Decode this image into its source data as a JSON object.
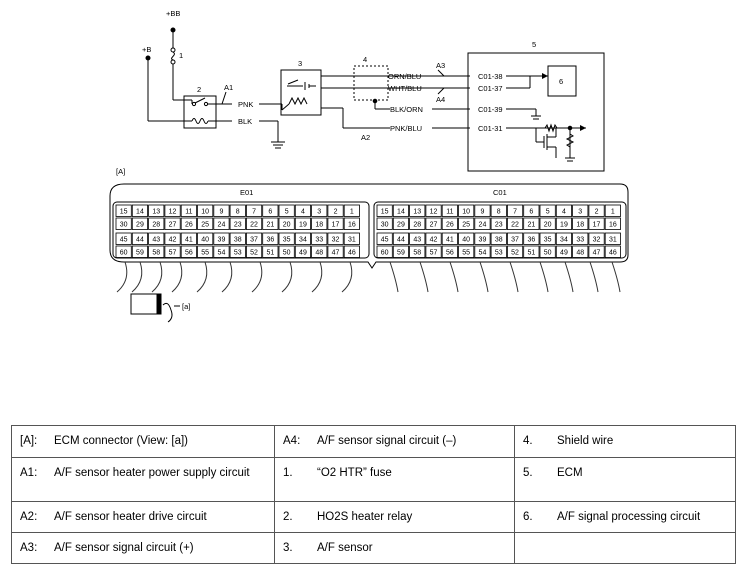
{
  "diagram": {
    "power_bb": "+BB",
    "power_b": "+B",
    "label_fuse": "1",
    "label_relay": "2",
    "label_sensor": "3",
    "label_shield": "4",
    "label_ecm": "5",
    "label_proc": "6",
    "label_a1": "A1",
    "label_a2": "A2",
    "label_a3": "A3",
    "label_a4": "A4",
    "wire_pnk": "PNK",
    "wire_blk": "BLK",
    "wire_orn_blu": "ORN/BLU",
    "wire_wht_blu": "WHT/BLU",
    "wire_blk_orn": "BLK/ORN",
    "wire_pnk_blu": "PNK/BLU",
    "term_38": "C01-38",
    "term_37": "C01-37",
    "term_39": "C01-39",
    "term_31": "C01-31",
    "view_label": "[A]",
    "connector_e01": "E01",
    "connector_c01": "C01",
    "view_arrow_label": "[a]",
    "pin_rows": [
      [
        "15",
        "14",
        "13",
        "12",
        "11",
        "10",
        "9",
        "8",
        "7",
        "6",
        "5",
        "4",
        "3",
        "2",
        "1"
      ],
      [
        "30",
        "29",
        "28",
        "27",
        "26",
        "25",
        "24",
        "23",
        "22",
        "21",
        "20",
        "19",
        "18",
        "17",
        "16"
      ],
      [
        "45",
        "44",
        "43",
        "42",
        "41",
        "40",
        "39",
        "38",
        "37",
        "36",
        "35",
        "34",
        "33",
        "32",
        "31"
      ],
      [
        "60",
        "59",
        "58",
        "57",
        "56",
        "55",
        "54",
        "53",
        "52",
        "51",
        "50",
        "49",
        "48",
        "47",
        "46"
      ]
    ]
  },
  "legend": [
    [
      {
        "key": "[A]:",
        "text": "ECM connector (View: [a])"
      },
      {
        "key": "A4:",
        "text": "A/F sensor signal circuit (–)"
      },
      {
        "key": "4.",
        "text": "Shield wire"
      }
    ],
    [
      {
        "key": "A1:",
        "text": "A/F sensor heater power supply circuit"
      },
      {
        "key": "1.",
        "text": "“O2 HTR” fuse"
      },
      {
        "key": "5.",
        "text": "ECM"
      }
    ],
    [
      {
        "key": "A2:",
        "text": "A/F sensor heater drive circuit"
      },
      {
        "key": "2.",
        "text": "HO2S heater relay"
      },
      {
        "key": "6.",
        "text": "A/F signal processing circuit"
      }
    ],
    [
      {
        "key": "A3:",
        "text": "A/F sensor signal circuit (+)"
      },
      {
        "key": "3.",
        "text": "A/F sensor"
      },
      {
        "key": "",
        "text": ""
      }
    ]
  ]
}
